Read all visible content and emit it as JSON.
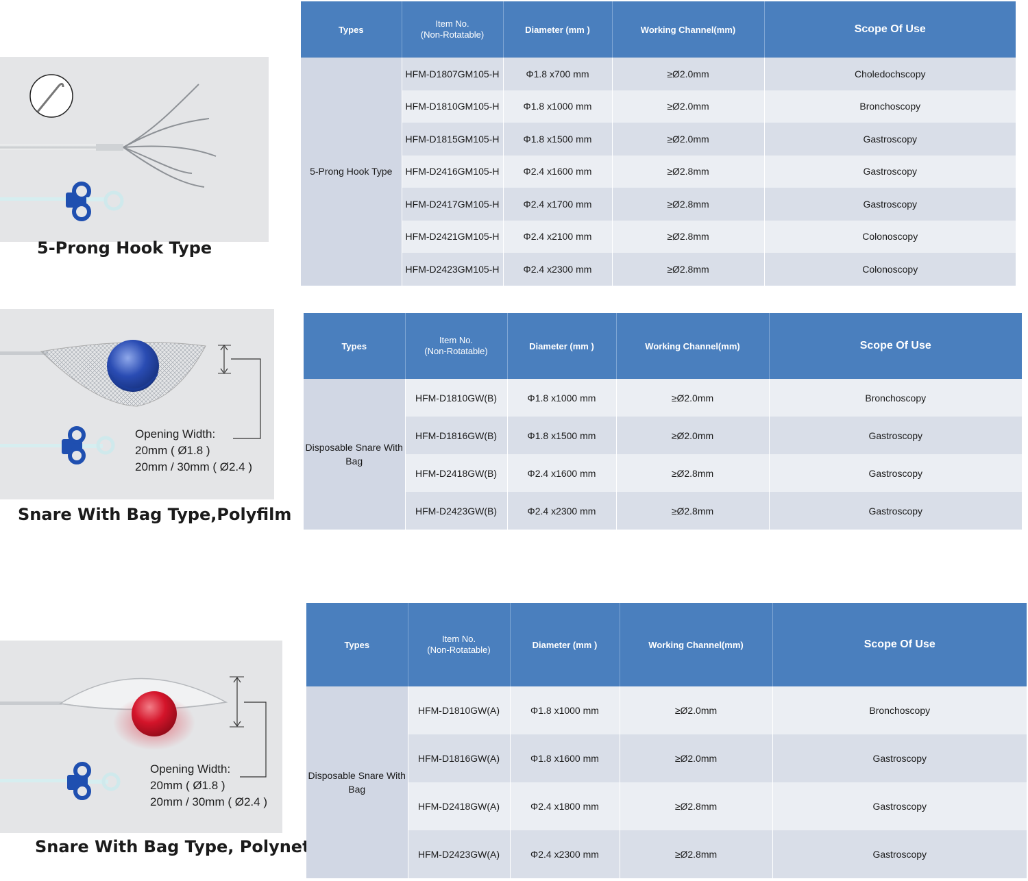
{
  "products": [
    {
      "caption": "5-Prong Hook Type",
      "table": {
        "headers": {
          "types": "Types",
          "item": "Item No.",
          "item_sub": "(Non-Rotatable)",
          "diameter": "Diameter (mm )",
          "channel": "Working Channel(mm)",
          "scope": "Scope Of Use"
        },
        "type_label": "5-Prong Hook Type",
        "rows": [
          {
            "item": "HFM-D1807GM105-H",
            "diameter": "Φ1.8 x700 mm",
            "channel": "≥Ø2.0mm",
            "scope": "Choledochscopy"
          },
          {
            "item": "HFM-D1810GM105-H",
            "diameter": "Φ1.8 x1000 mm",
            "channel": "≥Ø2.0mm",
            "scope": "Bronchoscopy"
          },
          {
            "item": "HFM-D1815GM105-H",
            "diameter": "Φ1.8 x1500 mm",
            "channel": "≥Ø2.0mm",
            "scope": "Gastroscopy"
          },
          {
            "item": "HFM-D2416GM105-H",
            "diameter": "Φ2.4 x1600 mm",
            "channel": "≥Ø2.8mm",
            "scope": "Gastroscopy"
          },
          {
            "item": "HFM-D2417GM105-H",
            "diameter": "Φ2.4 x1700 mm",
            "channel": "≥Ø2.8mm",
            "scope": "Gastroscopy"
          },
          {
            "item": "HFM-D2421GM105-H",
            "diameter": "Φ2.4 x2100 mm",
            "channel": "≥Ø2.8mm",
            "scope": "Colonoscopy"
          },
          {
            "item": "HFM-D2423GM105-H",
            "diameter": "Φ2.4 x2300 mm",
            "channel": "≥Ø2.8mm",
            "scope": "Colonoscopy"
          }
        ]
      }
    },
    {
      "caption": "Snare With Bag Type,Polyfilm",
      "opening": {
        "title": "Opening Width:",
        "line1": "20mm ( Ø1.8 )",
        "line2": "20mm / 30mm ( Ø2.4 )"
      },
      "table": {
        "headers": {
          "types": "Types",
          "item": "Item No.",
          "item_sub": "(Non-Rotatable)",
          "diameter": "Diameter (mm )",
          "channel": "Working Channel(mm)",
          "scope": "Scope Of Use"
        },
        "type_label": "Disposable Snare With Bag",
        "rows": [
          {
            "item": "HFM-D1810GW(B)",
            "diameter": "Φ1.8 x1000 mm",
            "channel": "≥Ø2.0mm",
            "scope": "Bronchoscopy"
          },
          {
            "item": "HFM-D1816GW(B)",
            "diameter": "Φ1.8 x1500 mm",
            "channel": "≥Ø2.0mm",
            "scope": "Gastroscopy"
          },
          {
            "item": "HFM-D2418GW(B)",
            "diameter": "Φ2.4 x1600 mm",
            "channel": "≥Ø2.8mm",
            "scope": "Gastroscopy"
          },
          {
            "item": "HFM-D2423GW(B)",
            "diameter": "Φ2.4 x2300 mm",
            "channel": "≥Ø2.8mm",
            "scope": "Gastroscopy"
          }
        ]
      }
    },
    {
      "caption": "Snare With Bag Type, Polynet",
      "opening": {
        "title": "Opening Width:",
        "line1": "20mm ( Ø1.8 )",
        "line2": "20mm / 30mm ( Ø2.4 )"
      },
      "table": {
        "headers": {
          "types": "Types",
          "item": "Item No.",
          "item_sub": "(Non-Rotatable)",
          "diameter": "Diameter (mm )",
          "channel": "Working Channel(mm)",
          "scope": "Scope Of Use"
        },
        "type_label": "Disposable Snare With Bag",
        "rows": [
          {
            "item": "HFM-D1810GW(A)",
            "diameter": "Φ1.8 x1000 mm",
            "channel": "≥Ø2.0mm",
            "scope": "Bronchoscopy"
          },
          {
            "item": "HFM-D1816GW(A)",
            "diameter": "Φ1.8 x1600 mm",
            "channel": "≥Ø2.0mm",
            "scope": "Gastroscopy"
          },
          {
            "item": "HFM-D2418GW(A)",
            "diameter": "Φ2.4 x1800 mm",
            "channel": "≥Ø2.8mm",
            "scope": "Gastroscopy"
          },
          {
            "item": "HFM-D2423GW(A)",
            "diameter": "Φ2.4 x2300 mm",
            "channel": "≥Ø2.8mm",
            "scope": "Gastroscopy"
          }
        ]
      }
    }
  ],
  "colors": {
    "header_blue": "#4a7fbe",
    "type_cell": "#d1d7e4",
    "row_dark": "#d9dee8",
    "row_light": "#ebeef3",
    "handle_blue": "#1f4fb0",
    "ball_blue": "#1e3f9e",
    "ball_red": "#d4142a"
  }
}
